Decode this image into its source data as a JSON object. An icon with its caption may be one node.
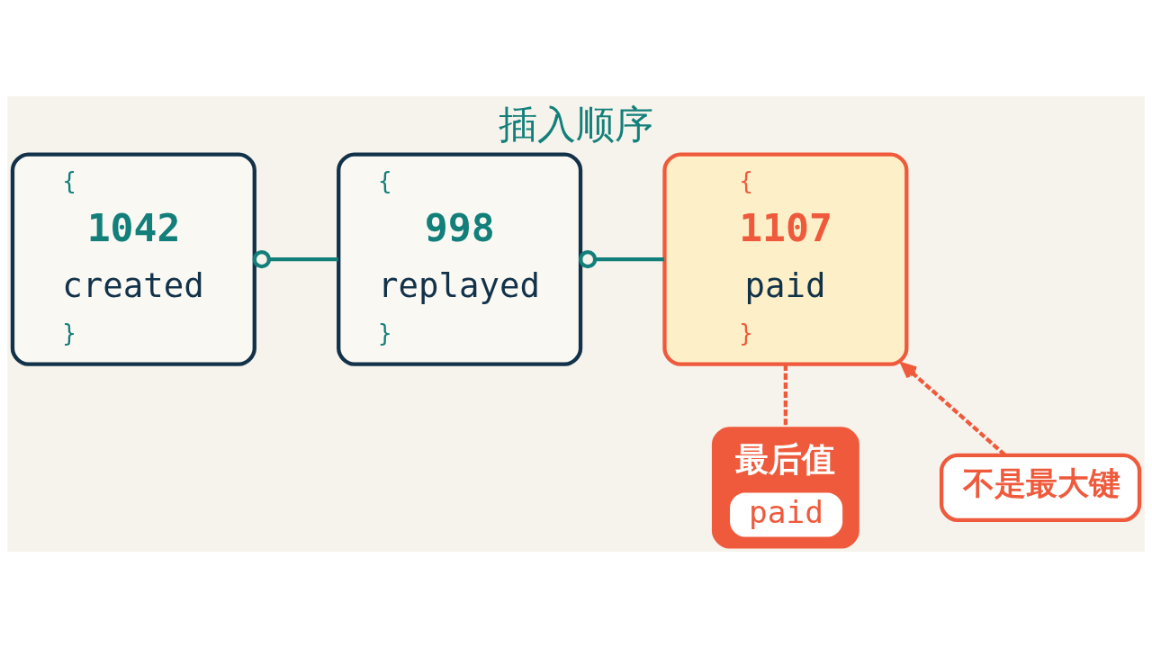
{
  "diagram": {
    "title": "插入顺序",
    "nodes": [
      {
        "text": [
          "{",
          "1042",
          "created",
          "}"
        ]
      },
      {
        "text": [
          "{",
          "998",
          "replayed",
          "}"
        ]
      },
      {
        "text": [
          "{",
          "1107",
          "paid",
          "}"
        ]
      },
      {
        "text": [
          "最后值",
          "paid"
        ]
      },
      {
        "text": [
          "不是最大键"
        ]
      }
    ],
    "edges": [
      {
        "from": 0,
        "to": 1,
        "arrow": "other"
      },
      {
        "from": 1,
        "to": 2,
        "arrow": "other"
      },
      {
        "from": 2,
        "to": 3,
        "arrow": "none",
        "style": "dashed",
        "color": "#ef5a3c"
      },
      {
        "from": 4,
        "to": 2,
        "arrow": "to",
        "style": "dashed",
        "color": "#ef5a3c"
      }
    ]
  }
}
